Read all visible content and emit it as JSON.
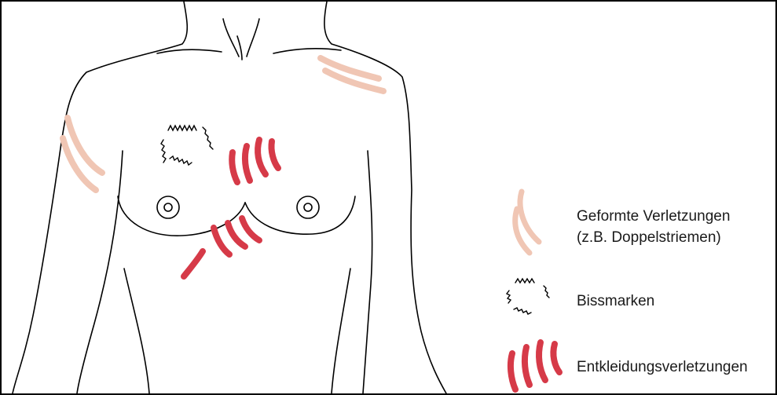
{
  "legend": {
    "items": [
      {
        "label": "Geformte Verletzungen",
        "label2": "(z.B. Doppelstriemen)",
        "color": "#f0c6b4",
        "icon": "double-stripe-icon"
      },
      {
        "label": "Bissmarken",
        "color": "#000000",
        "icon": "bite-mark-icon"
      },
      {
        "label": "Entkleidungsverletzungen",
        "color": "#d63a48",
        "icon": "undressing-injury-icon"
      }
    ]
  },
  "colors": {
    "outline": "#000000",
    "patterned": "#f0c6b4",
    "undressing": "#d63a48"
  }
}
